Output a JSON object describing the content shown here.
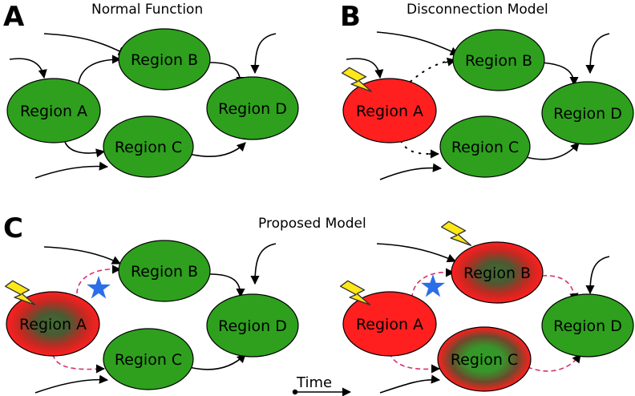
{
  "panels": {
    "a": {
      "letter": "A",
      "title": "Normal Function"
    },
    "b": {
      "letter": "B",
      "title": "Disconnection Model"
    },
    "c": {
      "letter": "C",
      "title": "Proposed Model"
    }
  },
  "regions": {
    "a": "Region A",
    "b": "Region B",
    "c": "Region C",
    "d": "Region D"
  },
  "time_label": "Time",
  "colors": {
    "healthy": "#2ea01e",
    "damaged": "#ff1f1f",
    "lesion": "#ffe818",
    "compensation": "#2c6de8",
    "dashed_connection": "#d6336c"
  },
  "icons": {
    "lesion": "lightning-bolt-icon",
    "compensation": "star-icon"
  }
}
